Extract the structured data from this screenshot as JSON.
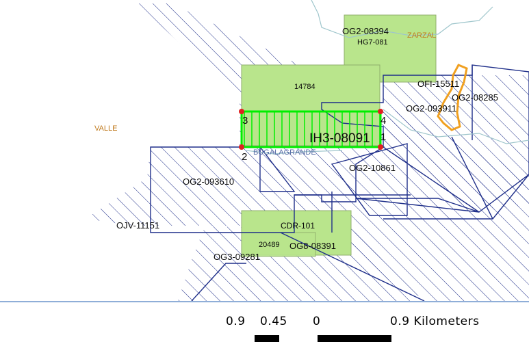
{
  "colors": {
    "claim_fill": "#b9e58c",
    "claim_stroke": "#8fae6b",
    "parcel_stroke": "#1f2f8a",
    "hatch": "#1f2f8a",
    "highlight": "#00ee00",
    "vertex": "#e02020",
    "river": "#9fc6cc",
    "lake": "#f0a020",
    "town_label": "#c07a1e",
    "separator": "#8faed8"
  },
  "map": {
    "labels": {
      "zarzal": "ZARZAL",
      "valle": "VALLE",
      "bugalagrande": "BUGALAGRANDE",
      "og2_08394": "OG2-08394",
      "hg7_081": "HG7-081",
      "c14784": "14784",
      "ofi_15511": "OFI-15511",
      "og2_08285": "OG2-08285",
      "og2_093911": "OG2-093911",
      "ih3_08091": "IH3-08091",
      "og2_10861": "OG2-10861",
      "og2_093610": "OG2-093610",
      "ojv_11151": "OJV-11151",
      "cdr_101": "CDR-101",
      "c20489": "20489",
      "og8_08391": "OG8-08391",
      "og3_09281": "OG3-09281"
    },
    "vertices": [
      "1",
      "2",
      "3",
      "4"
    ]
  },
  "scale": {
    "t1": "0.9",
    "t2": "0.45",
    "t3": "0",
    "t4": "0.9 Kilometers"
  }
}
